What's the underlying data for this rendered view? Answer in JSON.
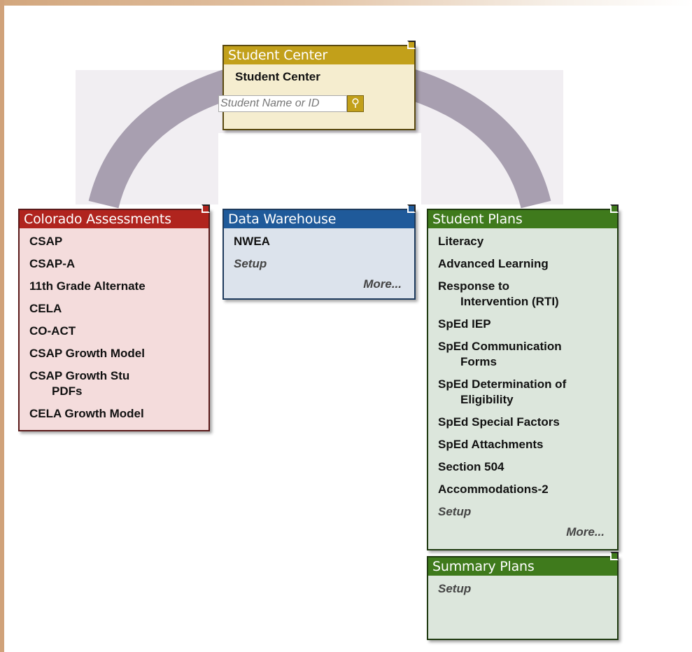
{
  "student_center": {
    "header": "Student Center",
    "title": "Student Center",
    "search_placeholder": "Student Name or ID"
  },
  "colorado": {
    "header": "Colorado Assessments",
    "items": [
      "CSAP",
      "CSAP-A",
      "11th Grade Alternate",
      "CELA",
      "CO-ACT",
      "CSAP Growth Model",
      "CSAP Growth Stu",
      "PDFs",
      "CELA Growth Model"
    ]
  },
  "warehouse": {
    "header": "Data Warehouse",
    "items": [
      "NWEA"
    ],
    "setup": "Setup",
    "more": "More..."
  },
  "student_plans": {
    "header": "Student Plans",
    "items": [
      "Literacy",
      "Advanced Learning",
      "Response to",
      "Intervention (RTI)",
      "SpEd IEP",
      "SpEd Communication",
      "Forms",
      "SpEd Determination of",
      "Eligibility",
      "SpEd Special Factors",
      "SpEd Attachments",
      "Section 504",
      "Accommodations-2"
    ],
    "setup": "Setup",
    "more": "More..."
  },
  "summary_plans": {
    "header": "Summary Plans",
    "setup": "Setup"
  },
  "colors": {
    "student_center": "#c2a01a",
    "colorado": "#b0241e",
    "warehouse": "#1f5a9a",
    "plans": "#3f7a1c",
    "arc": "#a89fb0"
  },
  "icons": {
    "search": "magnifier-icon"
  }
}
